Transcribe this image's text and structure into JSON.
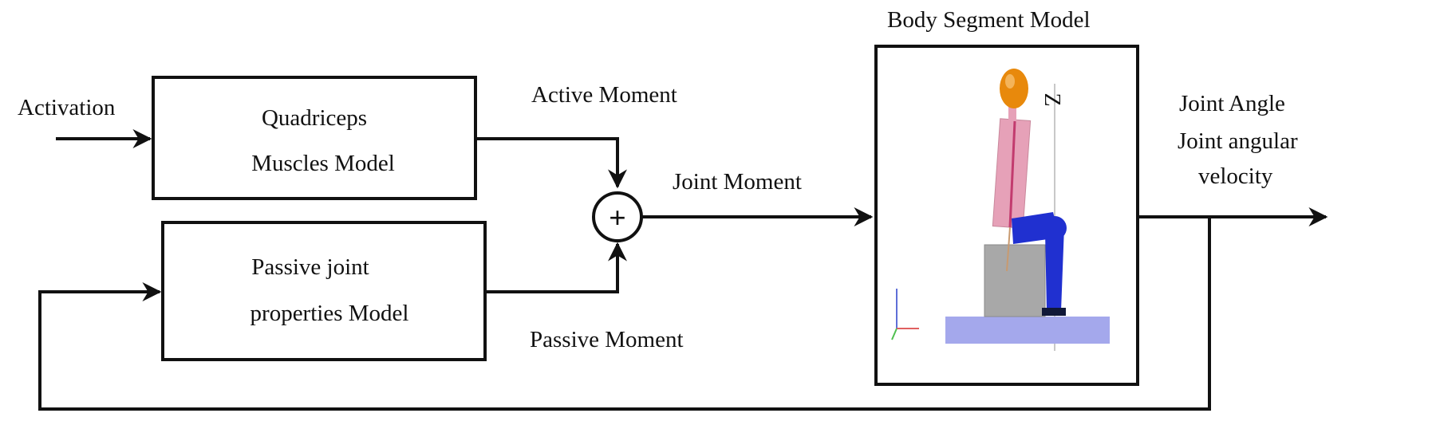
{
  "labels": {
    "activation": "Activation",
    "quadriceps_line1": "Quadriceps",
    "quadriceps_line2": "Muscles Model",
    "passive_line1": "Passive joint",
    "passive_line2": "properties Model",
    "active_moment": "Active Moment",
    "passive_moment": "Passive Moment",
    "joint_moment": "Joint Moment",
    "body_segment_title": "Body Segment Model",
    "output_line1": "Joint Angle",
    "output_line2": "Joint angular",
    "output_line3": "velocity",
    "summing_symbol": "+"
  },
  "figure": {
    "axis_label": "Z",
    "colors": {
      "head": "#e8890c",
      "torso": "#e6a1b8",
      "torso_stripe": "#c23b6e",
      "legs": "#2030d0",
      "seat": "#a8a8a8",
      "floor": "#a4a8ec"
    }
  }
}
